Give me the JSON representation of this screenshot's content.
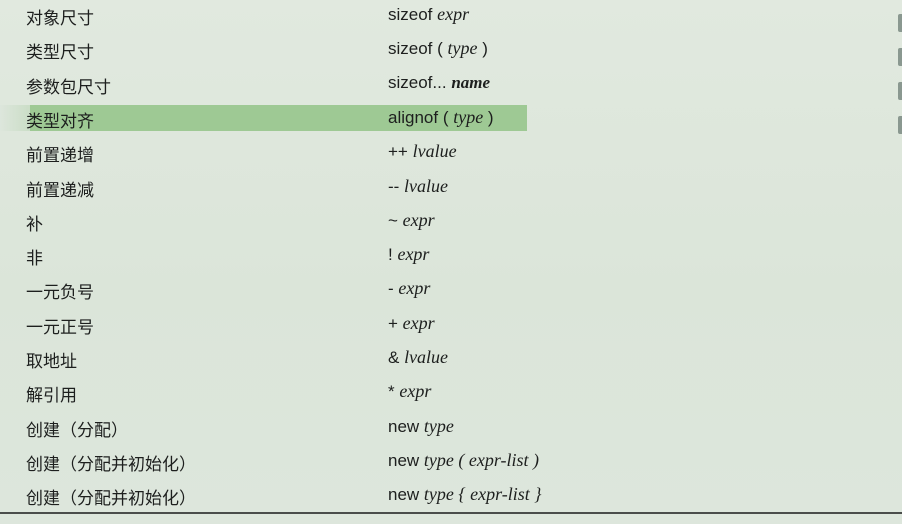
{
  "rows": [
    {
      "desc": "对象尺寸",
      "parts": [
        {
          "t": "sizeof ",
          "c": "kw"
        },
        {
          "t": "expr",
          "c": "ital"
        }
      ]
    },
    {
      "desc": "类型尺寸",
      "parts": [
        {
          "t": "sizeof ( ",
          "c": "kw"
        },
        {
          "t": "type",
          "c": "ital"
        },
        {
          "t": " )",
          "c": "kw"
        }
      ]
    },
    {
      "desc": "参数包尺寸",
      "parts": [
        {
          "t": "sizeof... ",
          "c": "kw"
        },
        {
          "t": "name",
          "c": "ital-bold"
        }
      ]
    },
    {
      "desc": "类型对齐",
      "parts": [
        {
          "t": "alignof ( ",
          "c": "kw"
        },
        {
          "t": "type",
          "c": "ital"
        },
        {
          "t": " )",
          "c": "kw"
        }
      ]
    },
    {
      "desc": "前置递增",
      "parts": [
        {
          "t": "++ ",
          "c": "sym"
        },
        {
          "t": "lvalue",
          "c": "ital"
        }
      ]
    },
    {
      "desc": "前置递减",
      "parts": [
        {
          "t": "-- ",
          "c": "sym"
        },
        {
          "t": "lvalue",
          "c": "ital"
        }
      ]
    },
    {
      "desc": "补",
      "parts": [
        {
          "t": "~ ",
          "c": "sym"
        },
        {
          "t": "expr",
          "c": "ital"
        }
      ]
    },
    {
      "desc": "非",
      "parts": [
        {
          "t": "! ",
          "c": "sym"
        },
        {
          "t": "expr",
          "c": "ital"
        }
      ]
    },
    {
      "desc": "一元负号",
      "parts": [
        {
          "t": "- ",
          "c": "sym"
        },
        {
          "t": "expr",
          "c": "ital"
        }
      ]
    },
    {
      "desc": "一元正号",
      "parts": [
        {
          "t": "+ ",
          "c": "sym"
        },
        {
          "t": "expr",
          "c": "ital"
        }
      ]
    },
    {
      "desc": "取地址",
      "parts": [
        {
          "t": "& ",
          "c": "sym"
        },
        {
          "t": "lvalue",
          "c": "ital"
        }
      ]
    },
    {
      "desc": "解引用",
      "parts": [
        {
          "t": "* ",
          "c": "sym"
        },
        {
          "t": "expr",
          "c": "ital"
        }
      ]
    },
    {
      "desc": "创建（分配）",
      "parts": [
        {
          "t": "new ",
          "c": "kw"
        },
        {
          "t": "type",
          "c": "ital"
        }
      ]
    },
    {
      "desc": "创建（分配并初始化）",
      "parts": [
        {
          "t": "new ",
          "c": "kw"
        },
        {
          "t": "type",
          "c": "ital"
        },
        {
          "t": " ( ",
          "c": "ital"
        },
        {
          "t": "expr-list",
          "c": "ital"
        },
        {
          "t": " )",
          "c": "ital"
        }
      ]
    },
    {
      "desc": "创建（分配并初始化）",
      "parts": [
        {
          "t": "new ",
          "c": "kw"
        },
        {
          "t": "type",
          "c": "ital"
        },
        {
          "t": " { ",
          "c": "ital"
        },
        {
          "t": "expr-list",
          "c": "ital"
        },
        {
          "t": " }",
          "c": "ital"
        }
      ]
    }
  ],
  "highlighted_row": 3,
  "colors": {
    "background": "#dde6dc",
    "highlight": "#9ec994",
    "text": "#1d1f1e",
    "rule": "#4a4d4b"
  }
}
